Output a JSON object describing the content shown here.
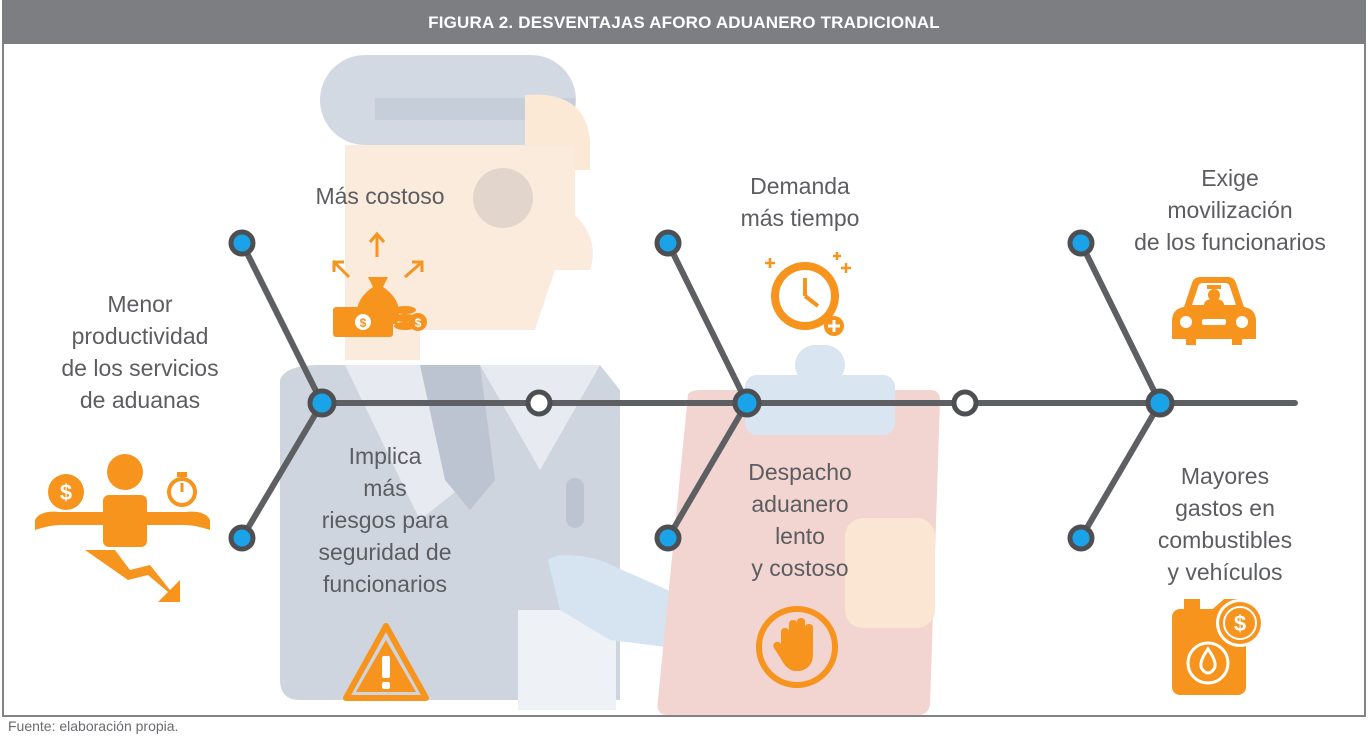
{
  "header": {
    "title": "FIGURA 2. DESVENTAJAS AFORO ADUANERO TRADICIONAL"
  },
  "colors": {
    "header_bg": "#7d7e82",
    "spine": "#5d5f63",
    "node_fill": "#1aa3e8",
    "icon_orange": "#f7941d",
    "text": "#5b5d61"
  },
  "labels": {
    "menor_productividad": [
      "Menor",
      "productividad",
      "de los servicios",
      "de aduanas"
    ],
    "mas_costoso": [
      "Más costoso"
    ],
    "implica_riesgos": [
      "Implica",
      "más",
      "riesgos para",
      "seguridad de",
      "funcionarios"
    ],
    "demanda_tiempo": [
      "Demanda",
      "más tiempo"
    ],
    "despacho_lento": [
      "Despacho",
      "aduanero",
      "lento",
      "y costoso"
    ],
    "exige_movilizacion": [
      "Exige",
      "movilización",
      "de los funcionarios"
    ],
    "mayores_gastos": [
      "Mayores",
      "gastos en",
      "combustibles",
      "y vehículos"
    ]
  },
  "icons": {
    "productivity": "declining-productivity-icon",
    "cost": "money-bag-cost-icon",
    "warning": "warning-triangle-icon",
    "clock": "clock-plus-icon",
    "stop": "stop-hand-icon",
    "car": "officer-car-icon",
    "fuel": "fuel-can-money-icon"
  },
  "source": "Fuente: elaboración propia."
}
